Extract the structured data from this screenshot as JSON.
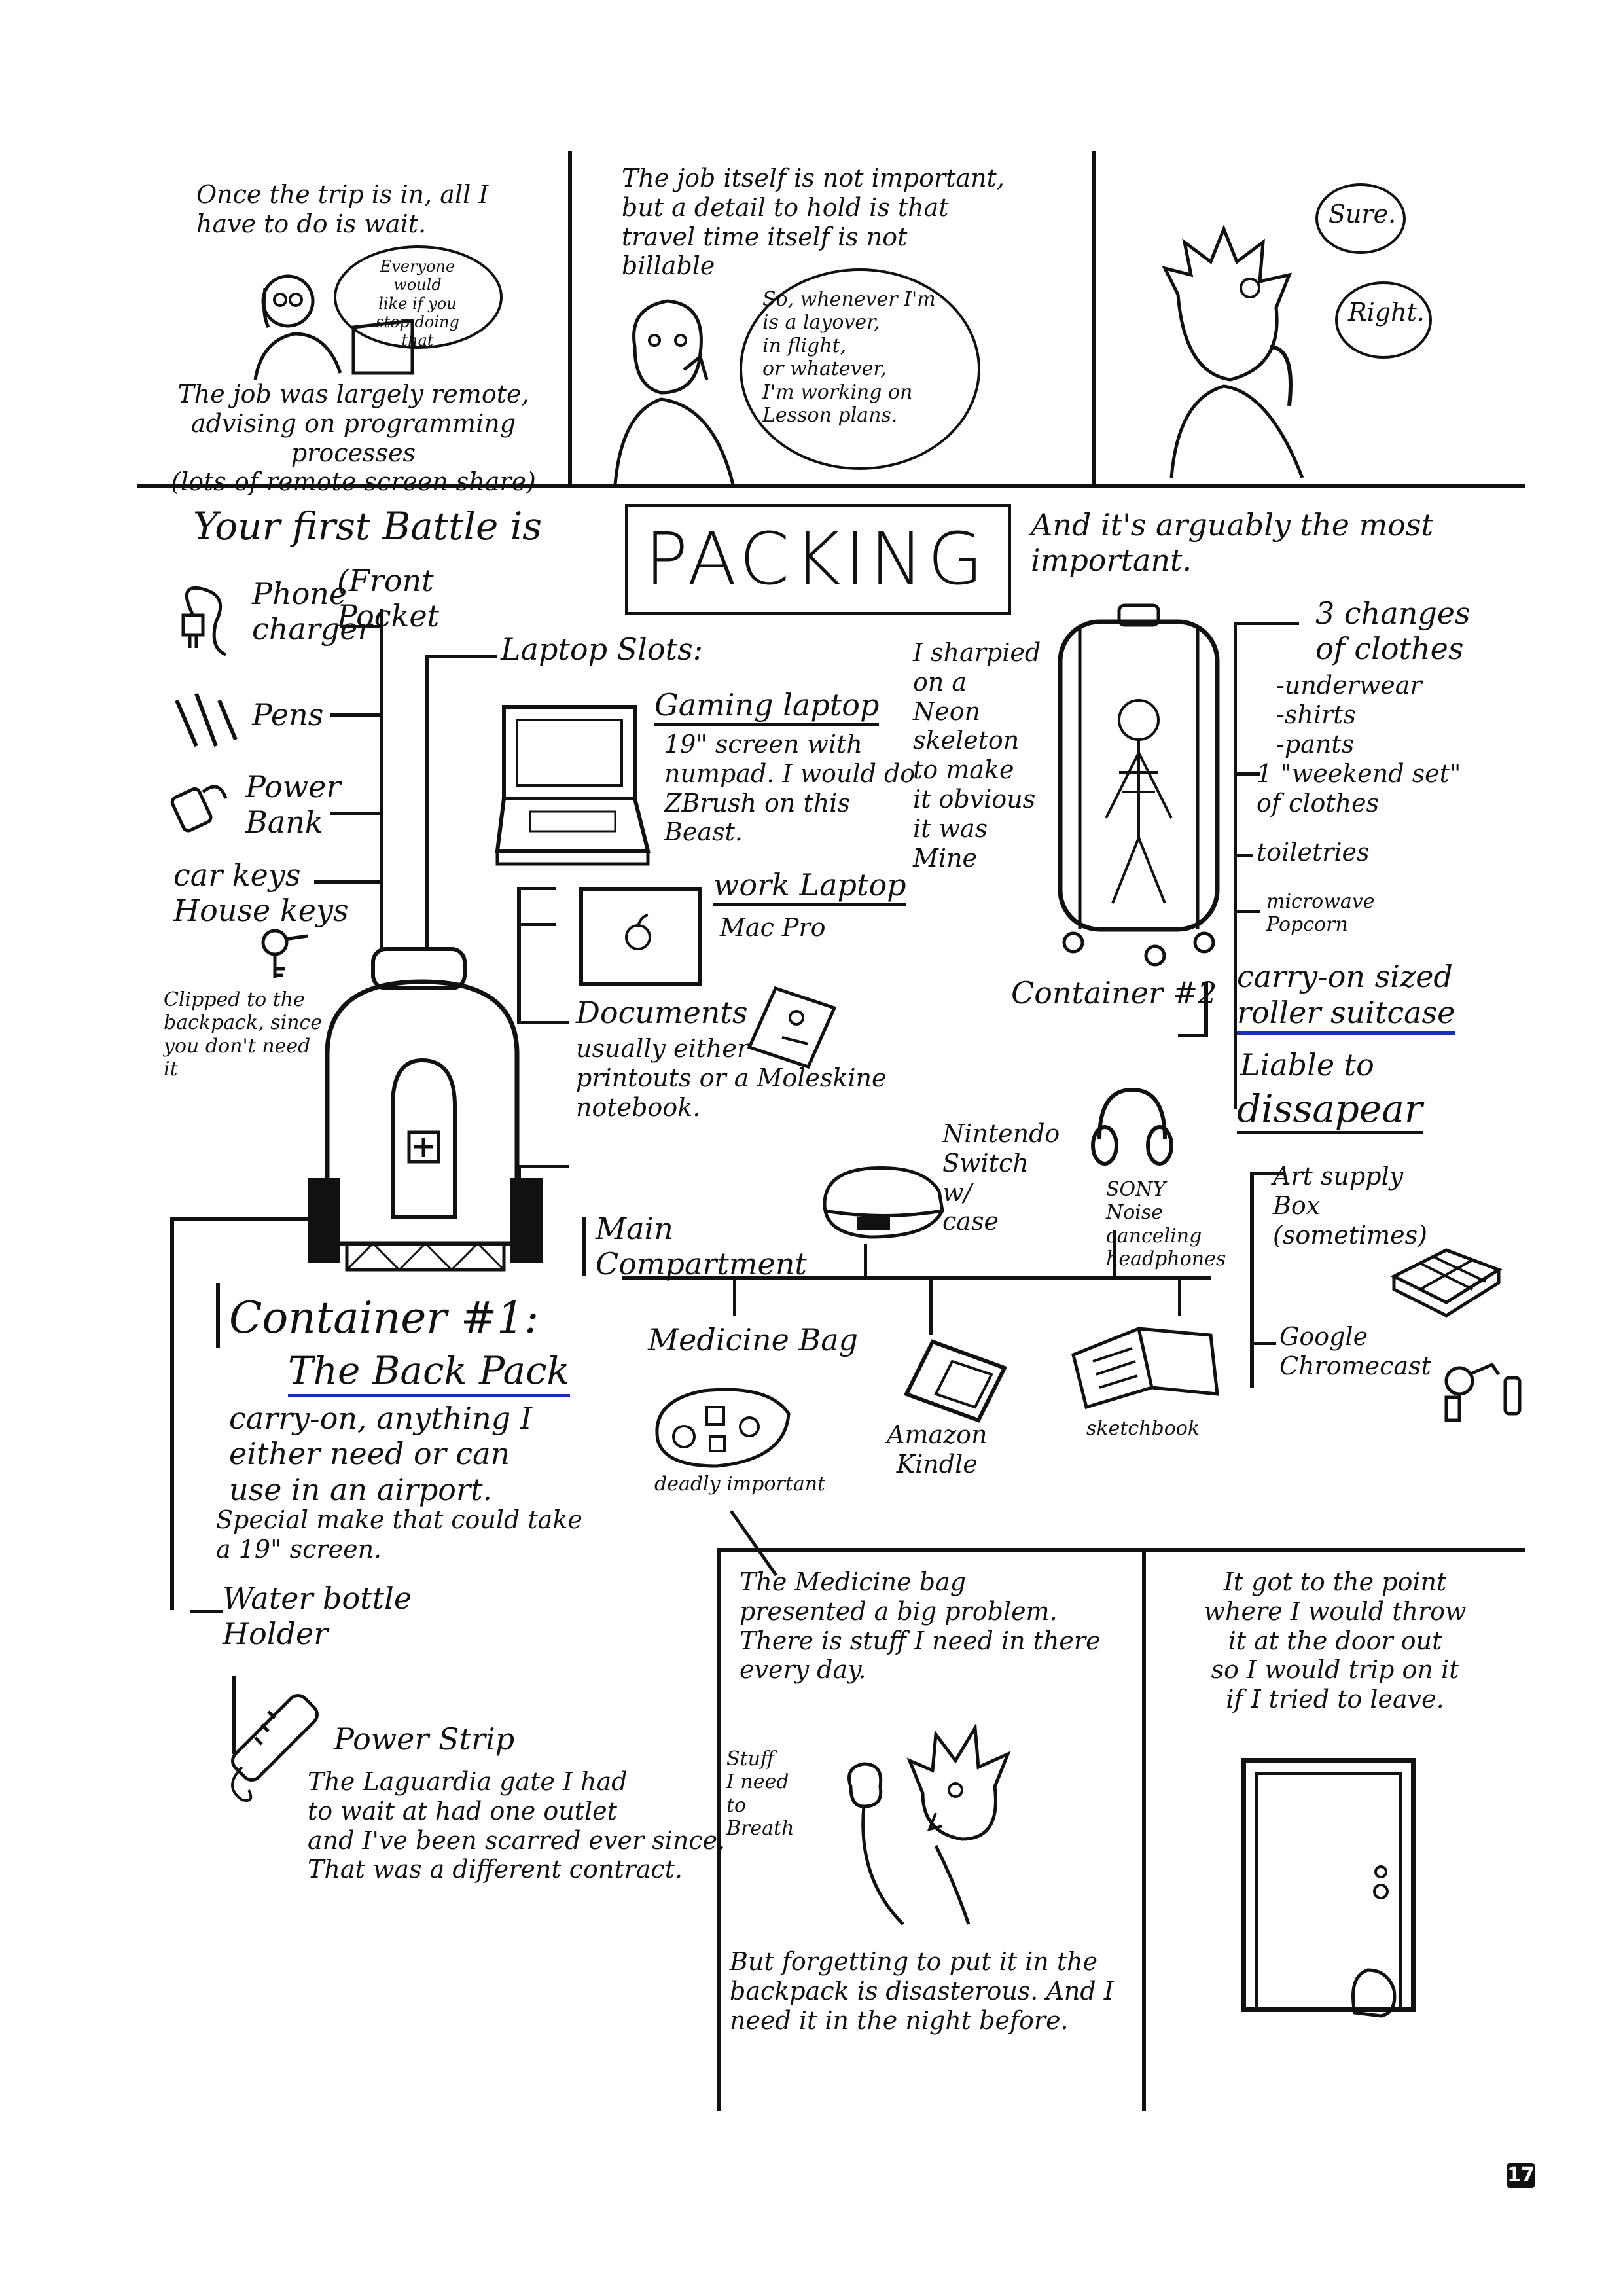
{
  "panel1": {
    "caption_top": "Once the trip is in, all I\nhave to do is wait.",
    "speech": "Everyone would\nlike if you\nstop doing\nthat",
    "caption_bottom": "The job was largely remote,\nadvising on programming processes\n(lots of remote screen share)"
  },
  "panel2": {
    "caption": "The job itself is not important,\nbut a detail to hold is that\ntravel time itself is not\nbillable",
    "speech": "So, whenever I'm\nis a layover,\nin flight,\nor whatever,\nI'm working on\nLesson plans."
  },
  "panel3": {
    "speech1": "Sure.",
    "speech2": "Right."
  },
  "packing": {
    "intro": "Your first Battle is",
    "title": "PACKING",
    "intro2": "And it's arguably the most\nimportant."
  },
  "backpack_items": {
    "front_pocket": "(Front\nPocket",
    "phone_charger": "Phone\ncharger",
    "pens": "Pens",
    "power_bank": "Power\nBank",
    "car_keys": "car keys\nHouse keys",
    "clipped_note": "Clipped to the\nbackpack, since\nyou don't need\nit",
    "laptop_slots": "Laptop Slots:",
    "gaming_laptop": "Gaming laptop",
    "gaming_laptop_desc": "19\" screen with\nnumpad. I would do\nZBrush on this\nBeast.",
    "work_laptop": "work Laptop",
    "work_laptop_desc": "Mac Pro",
    "documents": "Documents",
    "documents_desc": "usually either\nprintouts or a Moleskine\nnotebook.",
    "main_compartment": "Main\nCompartment",
    "nintendo": "Nintendo\nSwitch\nw/\ncase",
    "sony": "SONY\nNoise\ncanceling\nheadphones",
    "medicine_bag": "Medicine Bag",
    "medicine_note": "deadly important",
    "kindle": "Amazon\nKindle",
    "sketchbook": "sketchbook",
    "water_bottle": "Water bottle\nHolder",
    "power_strip": "Power Strip",
    "power_strip_desc": "The Laguardia gate I had\nto wait at had one outlet\nand I've been scarred ever since.\nThat was a different contract."
  },
  "container1": {
    "label": "Container #1:",
    "name": "The Back Pack",
    "desc": "carry-on, anything I\neither need or can\nuse in an airport.",
    "note": "Special make that could take\na 19\" screen."
  },
  "suitcase_items": {
    "sharpie_note": "I sharpied\non a\nNeon\nskeleton\nto make\nit obvious\nit was\nMine",
    "three_changes": "3 changes\nof clothes",
    "clothes_list": "-underwear\n-shirts\n-pants",
    "weekend_set": "1 \"weekend set\"\nof clothes",
    "toiletries": "toiletries",
    "popcorn": "microwave\nPopcorn",
    "art_supply": "Art supply\nBox\n(sometimes)",
    "chromecast": "Google\nChromecast"
  },
  "container2": {
    "label": "Container #2",
    "desc1": "carry-on sized",
    "desc2": "roller suitcase",
    "warning1": "Liable to",
    "warning2": "dissapear"
  },
  "panel_bottom_mid": {
    "caption": "The Medicine bag\npresented a big problem.\nThere is stuff I need in there\nevery day.",
    "speech": "Stuff\nI need\nto\nBreath",
    "caption2": "But forgetting to put it in the\nbackpack is disasterous. And I\nneed it in the night before."
  },
  "panel_bottom_right": {
    "caption": "It got to the point\nwhere I would throw\nit at the door out\nso I would trip on it\nif I tried to leave."
  },
  "page_number": "17",
  "colors": {
    "ink": "#111111",
    "underline": "#1a2fb8"
  }
}
